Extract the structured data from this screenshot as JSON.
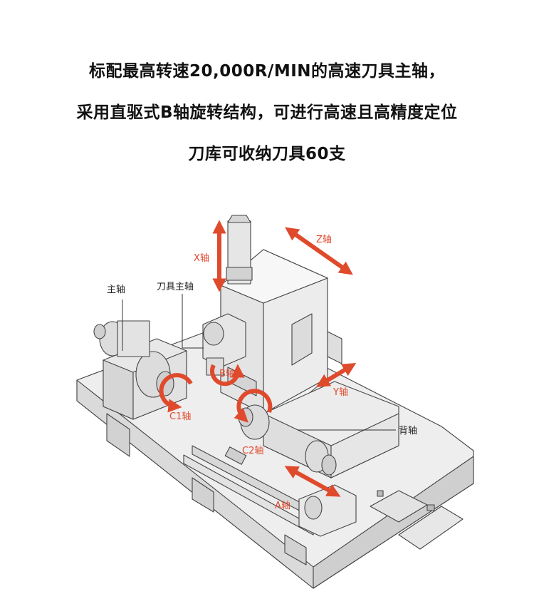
{
  "headings": {
    "line1": "标配最高转速20,000R/MIN的高速刀具主轴，",
    "line2": "采用直驱式B轴旋转结构，可进行高速且高精度定位",
    "line3": "刀库可收纳刀具60支"
  },
  "labels": {
    "main_spindle": "主轴",
    "tool_spindle": "刀具主轴",
    "sub_spindle": "背轴",
    "x_axis": "X轴",
    "z_axis": "Z轴",
    "y_axis": "Y轴",
    "b_axis": "B轴",
    "c1_axis": "C1轴",
    "c2_axis": "C2轴",
    "a_axis": "A轴"
  },
  "colors": {
    "axis_arrow": "#e04a2c",
    "machine_fill": "#ececec",
    "machine_stroke": "#444444"
  }
}
